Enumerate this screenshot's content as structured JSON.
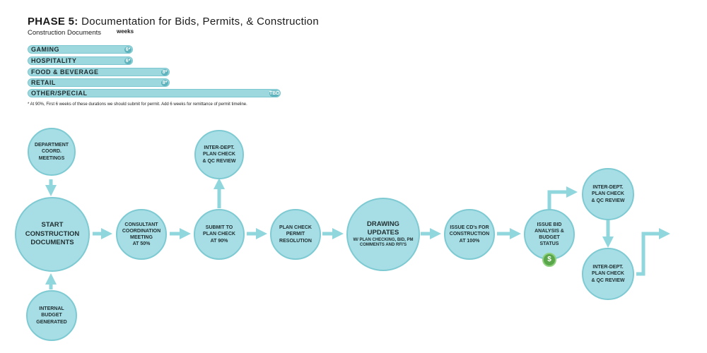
{
  "header": {
    "phase_label": "PHASE 5:",
    "title": "Documentation for Bids, Permits, & Construction",
    "subtitle": "Construction Documents",
    "weeks_label": "weeks"
  },
  "durations": [
    {
      "label": "GAMING",
      "value": "6*"
    },
    {
      "label": "HOSPITALITY",
      "value": "6*"
    },
    {
      "label": "FOOD & BEVERAGE",
      "value": "8*"
    },
    {
      "label": "RETAIL",
      "value": "8*"
    },
    {
      "label": "OTHER/SPECIAL",
      "value": "TBD"
    }
  ],
  "footnote": "* At 90%, First 6 weeks of these durations we should submit for permit. Add 6 weeks for remittance of permit timeline.",
  "nodes": {
    "dept_coord": "DEPARTMENT\nCOORD.\nMEETINGS",
    "start_cd": "START\nCONSTRUCTION\nDOCUMENTS",
    "internal_budget": "INTERNAL\nBUDGET\nGENERATED",
    "consultant": "CONSULTANT\nCOORDINATION\nMEETING\nAT 50%",
    "interdept_1": "INTER-DEPT.\nPLAN CHECK\n& QC REVIEW",
    "submit": "SUBMIT TO\nPLAN CHECK\nAT 90%",
    "permit": "PLAN CHECK\nPERMIT\nRESOLUTION",
    "drawing_main": "DRAWING\nUPDATES",
    "drawing_sub": "W/ PLAN CHECKING, BID, PM\nCOMMENTS AND RFI'S",
    "issue_cd": "ISSUE CD's FOR\nCONSTRUCTION\nAT 100%",
    "issue_bid": "ISSUE BID\nANALYSIS &\nBUDGET\nSTATUS",
    "interdept_2": "INTER-DEPT.\nPLAN CHECK\n& QC REVIEW",
    "interdept_3": "INTER-DEPT.\nPLAN CHECK\n& QC REVIEW",
    "dollar": "$"
  },
  "colors": {
    "node_fill": "#a7dee5",
    "node_border": "#7ecad3",
    "arrow": "#8fd6dd",
    "budget_badge": "#5aa64a"
  }
}
